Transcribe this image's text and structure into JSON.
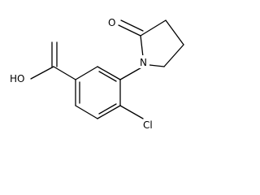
{
  "molecule": {
    "atoms": {
      "hydroxyl": "HO",
      "ring_nitrogen": "N",
      "carbonyl_oxygen": "O",
      "chlorine": "Cl"
    }
  }
}
